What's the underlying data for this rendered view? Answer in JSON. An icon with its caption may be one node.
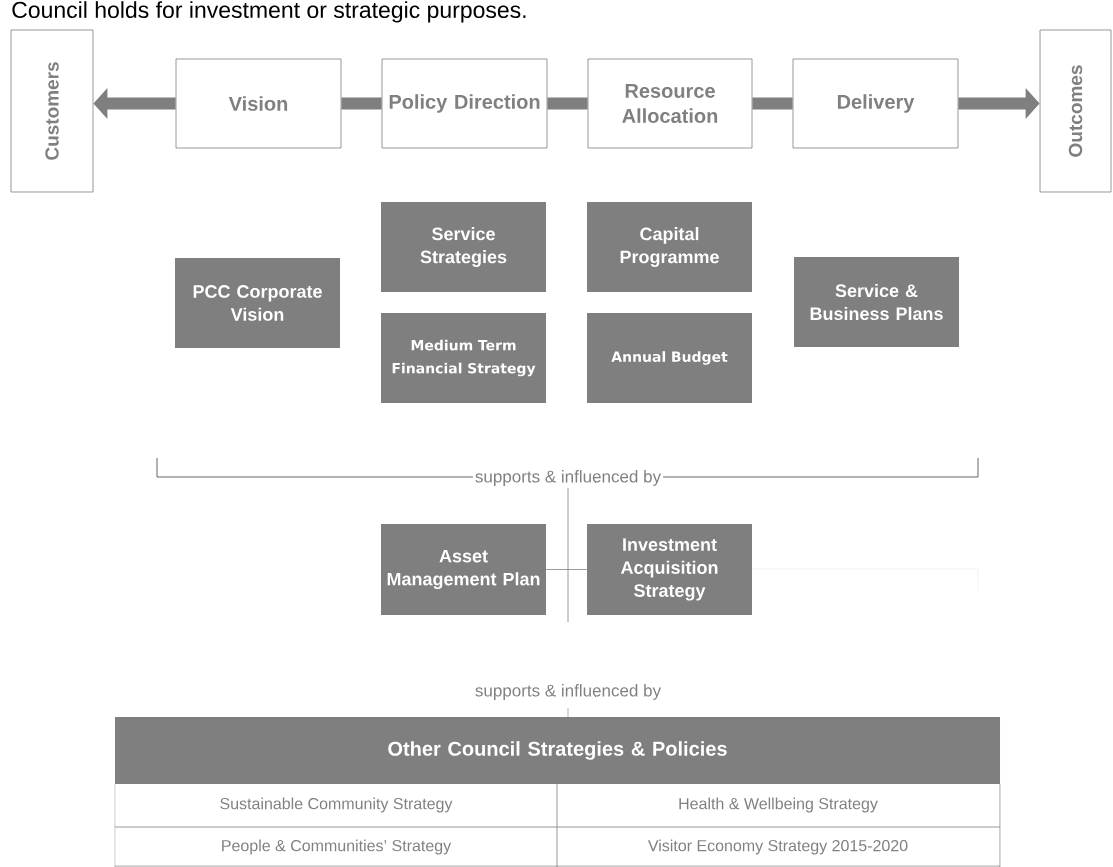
{
  "diagram": {
    "nodes": [
      {
        "text": [
          "Customers"
        ]
      },
      {
        "text": [
          "Vision"
        ]
      },
      {
        "text": [
          "Policy Direction"
        ]
      },
      {
        "text": [
          "Resource Allocation"
        ]
      },
      {
        "text": [
          "Delivery"
        ]
      },
      {
        "text": [
          "Outcomes"
        ]
      },
      {
        "text": [
          "PCC Corporate Vision"
        ]
      },
      {
        "text": [
          "Service Strategies"
        ]
      },
      {
        "text": [
          "Capital Programme"
        ]
      },
      {
        "text": [
          "Service & Business Plans"
        ]
      },
      {
        "text": [
          "Medium Term Financial Strategy"
        ]
      },
      {
        "text": [
          "Annual Budget"
        ]
      },
      {
        "text": [
          "Asset Management Plan"
        ]
      },
      {
        "text": [
          "Investment Acquisition Strategy"
        ]
      },
      {
        "text": [
          "Other Council Strategies & Policies"
        ]
      }
    ],
    "edges": [
      {
        "from": 1,
        "to": 0,
        "arrow": "to"
      },
      {
        "from": 1,
        "to": 2,
        "arrow": "none"
      },
      {
        "from": 2,
        "to": 3,
        "arrow": "none"
      },
      {
        "from": 3,
        "to": 4,
        "arrow": "none"
      },
      {
        "from": 4,
        "to": 5,
        "arrow": "to"
      },
      {
        "from": 12,
        "to": 13,
        "arrow": "none"
      }
    ],
    "labels": [
      "Council holds for investment or strategic purposes.",
      "supports & influenced by",
      "supports & influenced by",
      "Sustainable Community Strategy",
      "Health & Wellbeing Strategy",
      "People & Communities’ Strategy",
      "Visitor Economy Strategy 2015-2020"
    ]
  }
}
